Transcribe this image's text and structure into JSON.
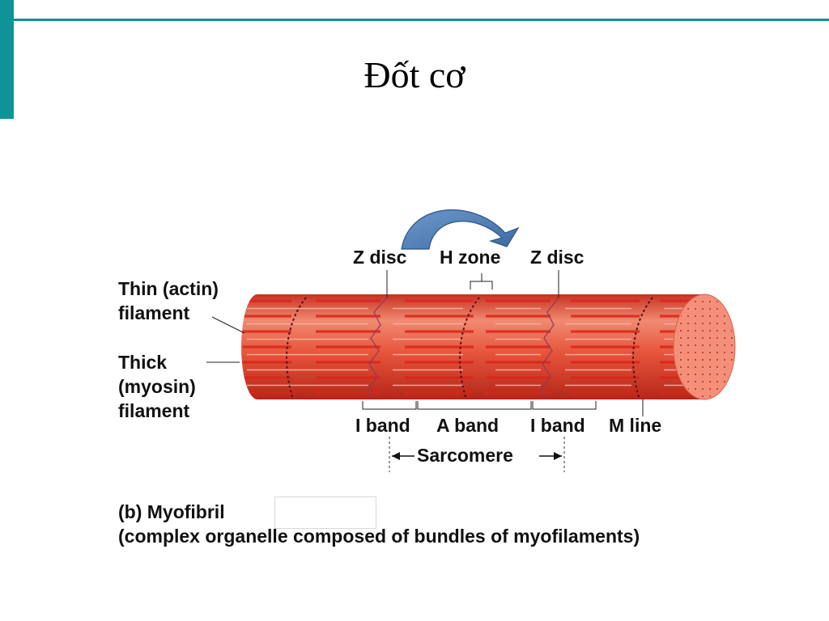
{
  "slide": {
    "title": "Đốt cơ",
    "accent_color": "#0e9396"
  },
  "diagram": {
    "labels": {
      "z_disc_left": "Z disc",
      "h_zone": "H zone",
      "z_disc_right": "Z disc",
      "thin_filament_line1": "Thin (actin)",
      "thin_filament_line2": "filament",
      "thick_filament_line1": "Thick",
      "thick_filament_line2": "(myosin)",
      "thick_filament_line3": "filament",
      "i_band_left": "I band",
      "a_band": "A band",
      "i_band_right": "I band",
      "m_line": "M line",
      "sarcomere": "Sarcomere"
    },
    "colors": {
      "fiber_light": "#f08a72",
      "fiber_mid": "#e8553d",
      "fiber_dark": "#c8301f",
      "stripe": "#d9261a",
      "arrow": "#4f7fb6"
    }
  },
  "caption": {
    "title": "(b) Myofibril",
    "subtitle": "(complex organelle composed of bundles of myofilaments)"
  }
}
